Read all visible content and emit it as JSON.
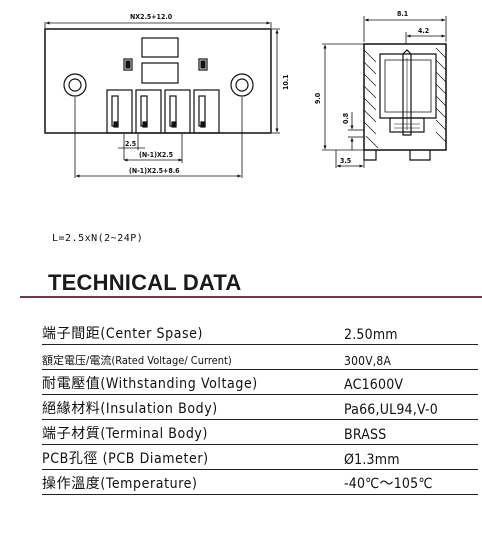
{
  "drawing": {
    "front_view": {
      "top_dimension": "NX2.5+12.0",
      "height_dimension": "10.1",
      "pitch_dimension": "2.5",
      "span_dimension_1": "(N-1)X2.5",
      "span_dimension_2": "(N-1)X2.5+8.6"
    },
    "side_view": {
      "width_dimension": "8.1",
      "inner_dimension": "4.2",
      "height_dimension": "9.0",
      "pin_offset_dimension": "0.8",
      "pin_depth_dimension": "3.5"
    }
  },
  "formula": "L=2.5xN(2~24P)",
  "section_title": "TECHNICAL DATA",
  "specs": [
    {
      "label": "端子間距(Center Spase)",
      "value": "2.50mm"
    },
    {
      "label": "額定電压/電流(Rated Voltage/ Current)",
      "value": "300V,8A"
    },
    {
      "label": "耐電壓值(Withstanding Voltage)",
      "value": "AC1600V"
    },
    {
      "label": "絕緣材料(Insulation Body)",
      "value": "Pa66,UL94,V-0"
    },
    {
      "label": "端子材質(Terminal Body)",
      "value": "BRASS"
    },
    {
      "label": "PCB孔徑 (PCB Diameter)",
      "value": "Ø1.3mm"
    },
    {
      "label": "操作溫度(Temperature)",
      "value": "-40℃～105℃"
    }
  ]
}
